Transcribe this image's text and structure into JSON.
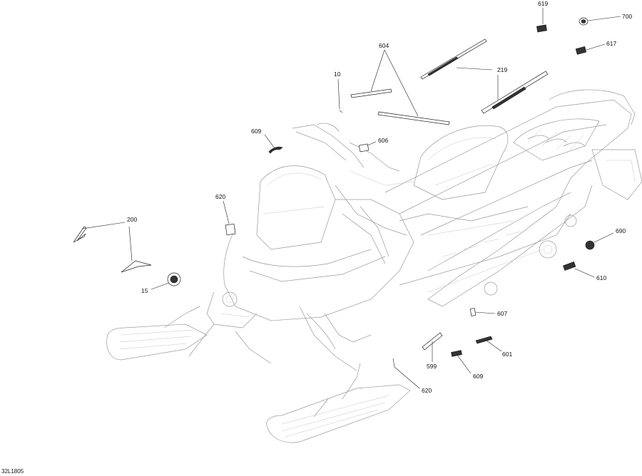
{
  "drawing": {
    "reference_code": "32L1805",
    "line_color": "#222222",
    "sketch_color": "#9a9a9a"
  },
  "callouts": {
    "c619": "619",
    "c700": "700",
    "c617": "617",
    "c604": "604",
    "c219": "219",
    "c10": "10",
    "c609a": "609",
    "c606": "606",
    "c620a": "620",
    "c200": "200",
    "c15": "15",
    "c690": "690",
    "c610": "610",
    "c607": "607",
    "c601": "601",
    "c599": "599",
    "c609b": "609",
    "c620b": "620"
  }
}
